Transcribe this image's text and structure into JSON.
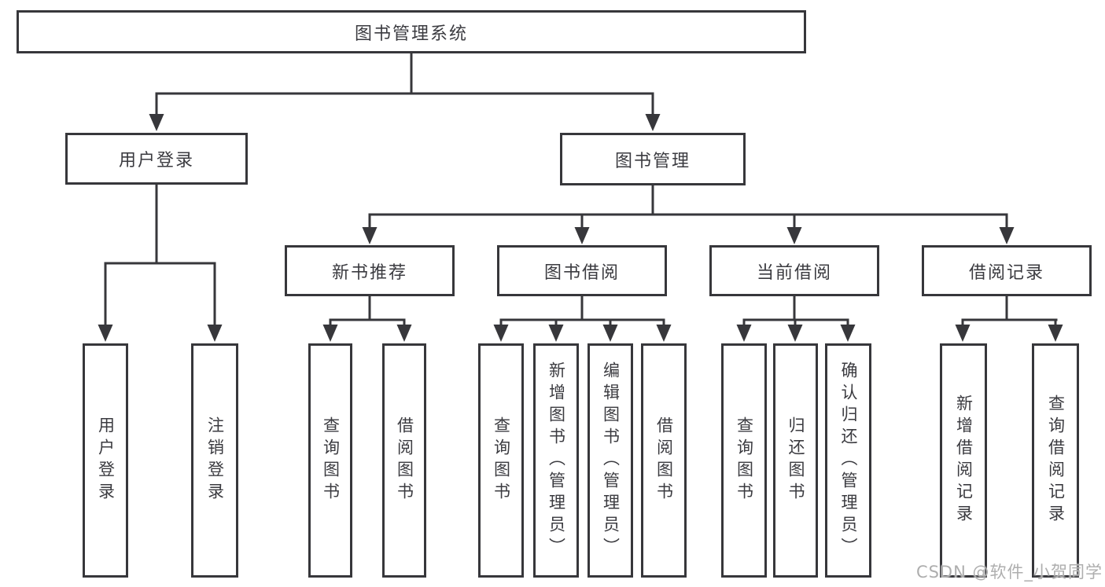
{
  "colors": {
    "line": "#37373b",
    "box_border": "#37373b",
    "text": "#3b3b40",
    "background": "#ffffff",
    "watermark": "#aeaeae"
  },
  "watermark": {
    "text": "CSDN @软件_小贺同学"
  },
  "tree": {
    "root": "图书管理系统",
    "login": {
      "label": "用户登录",
      "children": [
        "用户登录",
        "注销登录"
      ]
    },
    "management": {
      "label": "图书管理",
      "sections": [
        {
          "label": "新书推荐",
          "children": [
            "查询图书",
            "借阅图书"
          ]
        },
        {
          "label": "图书借阅",
          "children": [
            "查询图书",
            "新增图书（管理员）",
            "编辑图书（管理员）",
            "借阅图书"
          ]
        },
        {
          "label": "当前借阅",
          "children": [
            "查询图书",
            "归还图书",
            "确认归还（管理员）"
          ]
        },
        {
          "label": "借阅记录",
          "children": [
            "新增借阅记录",
            "查询借阅记录"
          ]
        }
      ]
    }
  }
}
